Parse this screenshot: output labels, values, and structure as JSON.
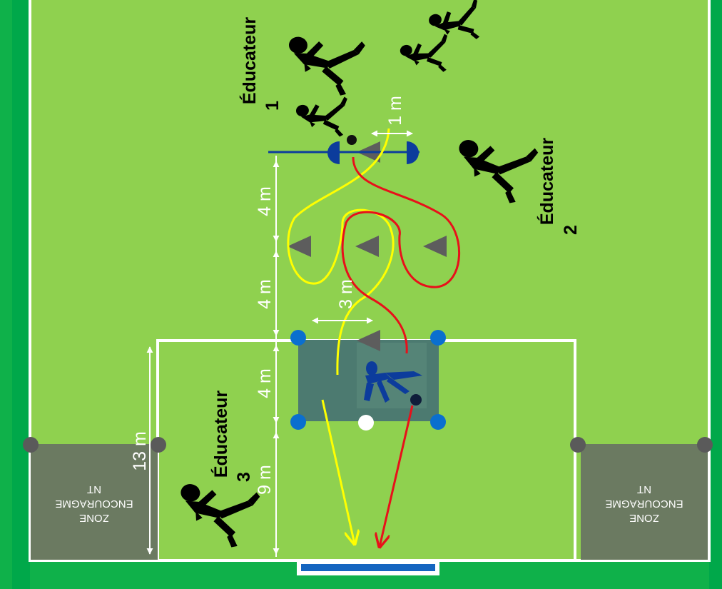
{
  "diagram": {
    "coaches": [
      {
        "name": "Éducateur",
        "number": "1"
      },
      {
        "name": "Éducateur",
        "number": "2"
      },
      {
        "name": "Éducateur",
        "number": "3"
      }
    ],
    "distances": {
      "cone_gap": "1 m",
      "segment_a": "4 m",
      "segment_b": "4 m",
      "segment_c": "4 m",
      "segment_d": "9 m",
      "lateral": "3 m",
      "area_width": "13 m"
    },
    "zones": [
      {
        "line1": "ZONE",
        "line2": "ENCOURAGME",
        "line3": "NT"
      },
      {
        "line1": "ZONE",
        "line2": "ENCOURAGME",
        "line3": "NT"
      }
    ],
    "colors": {
      "border": "#0fb14a",
      "field": "#8fd14f",
      "lines": "#ffffff",
      "goal_box": "#4c7a70",
      "zone_box": "#6b7a61",
      "cone": "#5d5d5d",
      "mannequin": "#0c3c9c",
      "marker": "#0a6fcf",
      "path_yellow": "#ffff00",
      "path_red": "#e8101a",
      "goal": "#1565c0"
    },
    "icons": [
      "player-silhouette-icon",
      "cone-icon",
      "mannequin-icon",
      "ball-icon",
      "goalkeeper-icon"
    ]
  }
}
